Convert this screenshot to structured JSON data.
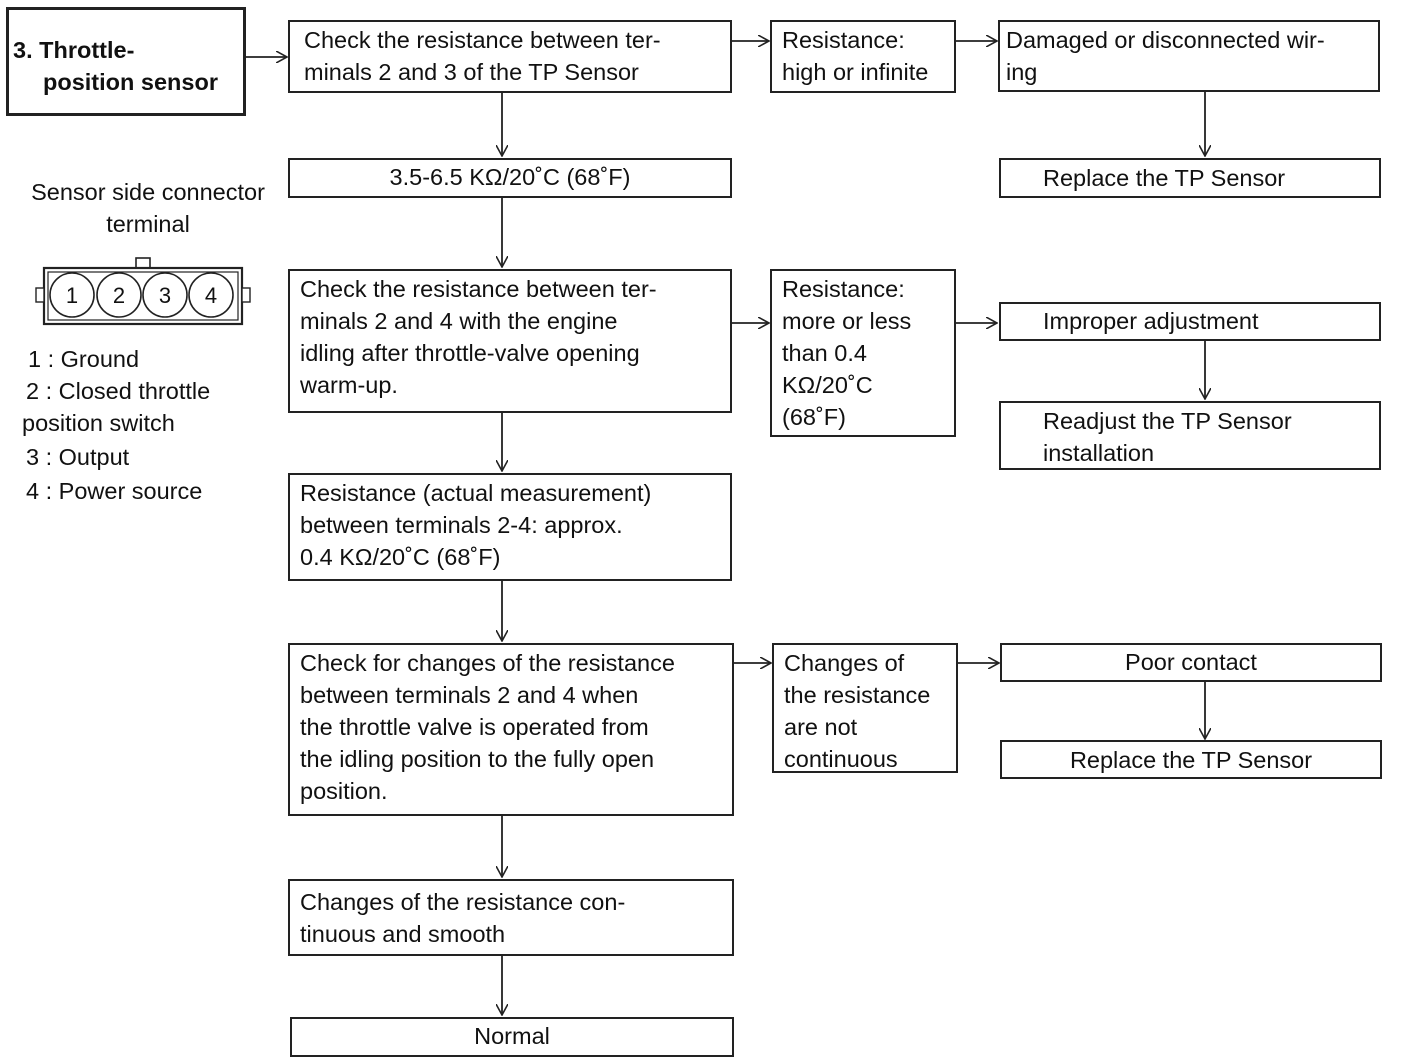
{
  "title": [
    "3. Throttle-",
    "position sensor"
  ],
  "connector": {
    "caption": [
      "Sensor side connector",
      "terminal"
    ],
    "pins": [
      "1",
      "2",
      "3",
      "4"
    ],
    "legend": [
      "1 : Ground",
      "2 : Closed throttle",
      "position switch",
      "3 : Output",
      "4 : Power source"
    ]
  },
  "steps": {
    "check_2_3": [
      "Check the resistance between ter-",
      "minals 2 and 3 of the TP Sensor"
    ],
    "spec_2_3": [
      "3.5-6.5 KΩ/20˚C (68˚F)"
    ],
    "check_2_4_idle": [
      "Check the resistance between ter-",
      "minals 2 and 4 with the engine",
      "idling after throttle-valve opening",
      "warm-up."
    ],
    "actual_2_4": [
      "Resistance (actual measurement)",
      "between terminals 2-4: approx.",
      "0.4 KΩ/20˚C (68˚F)"
    ],
    "check_changes": [
      "Check for changes of the resistance",
      "between terminals 2 and 4 when",
      "the throttle valve is operated from",
      "the idling position to the fully open",
      "position."
    ],
    "changes_ok": [
      "Changes of the resistance con-",
      "tinuous and smooth"
    ],
    "normal": [
      "Normal"
    ]
  },
  "faults": {
    "high_infinite": [
      "Resistance:",
      "high or infinite"
    ],
    "damaged_wiring": [
      "Damaged or disconnected wir-",
      "ing"
    ],
    "replace_1": [
      "Replace the TP Sensor"
    ],
    "more_less": [
      "Resistance:",
      "more or less",
      "than 0.4",
      "KΩ/20˚C",
      "(68˚F)"
    ],
    "improper": [
      "Improper adjustment"
    ],
    "readjust": [
      "Readjust the TP Sensor",
      "installation"
    ],
    "not_continuous": [
      "Changes of",
      "the resistance",
      "are not",
      "continuous"
    ],
    "poor_contact": [
      "Poor contact"
    ],
    "replace_2": [
      "Replace the TP Sensor"
    ]
  },
  "colors": {
    "line": "#222222",
    "background": "#ffffff"
  }
}
